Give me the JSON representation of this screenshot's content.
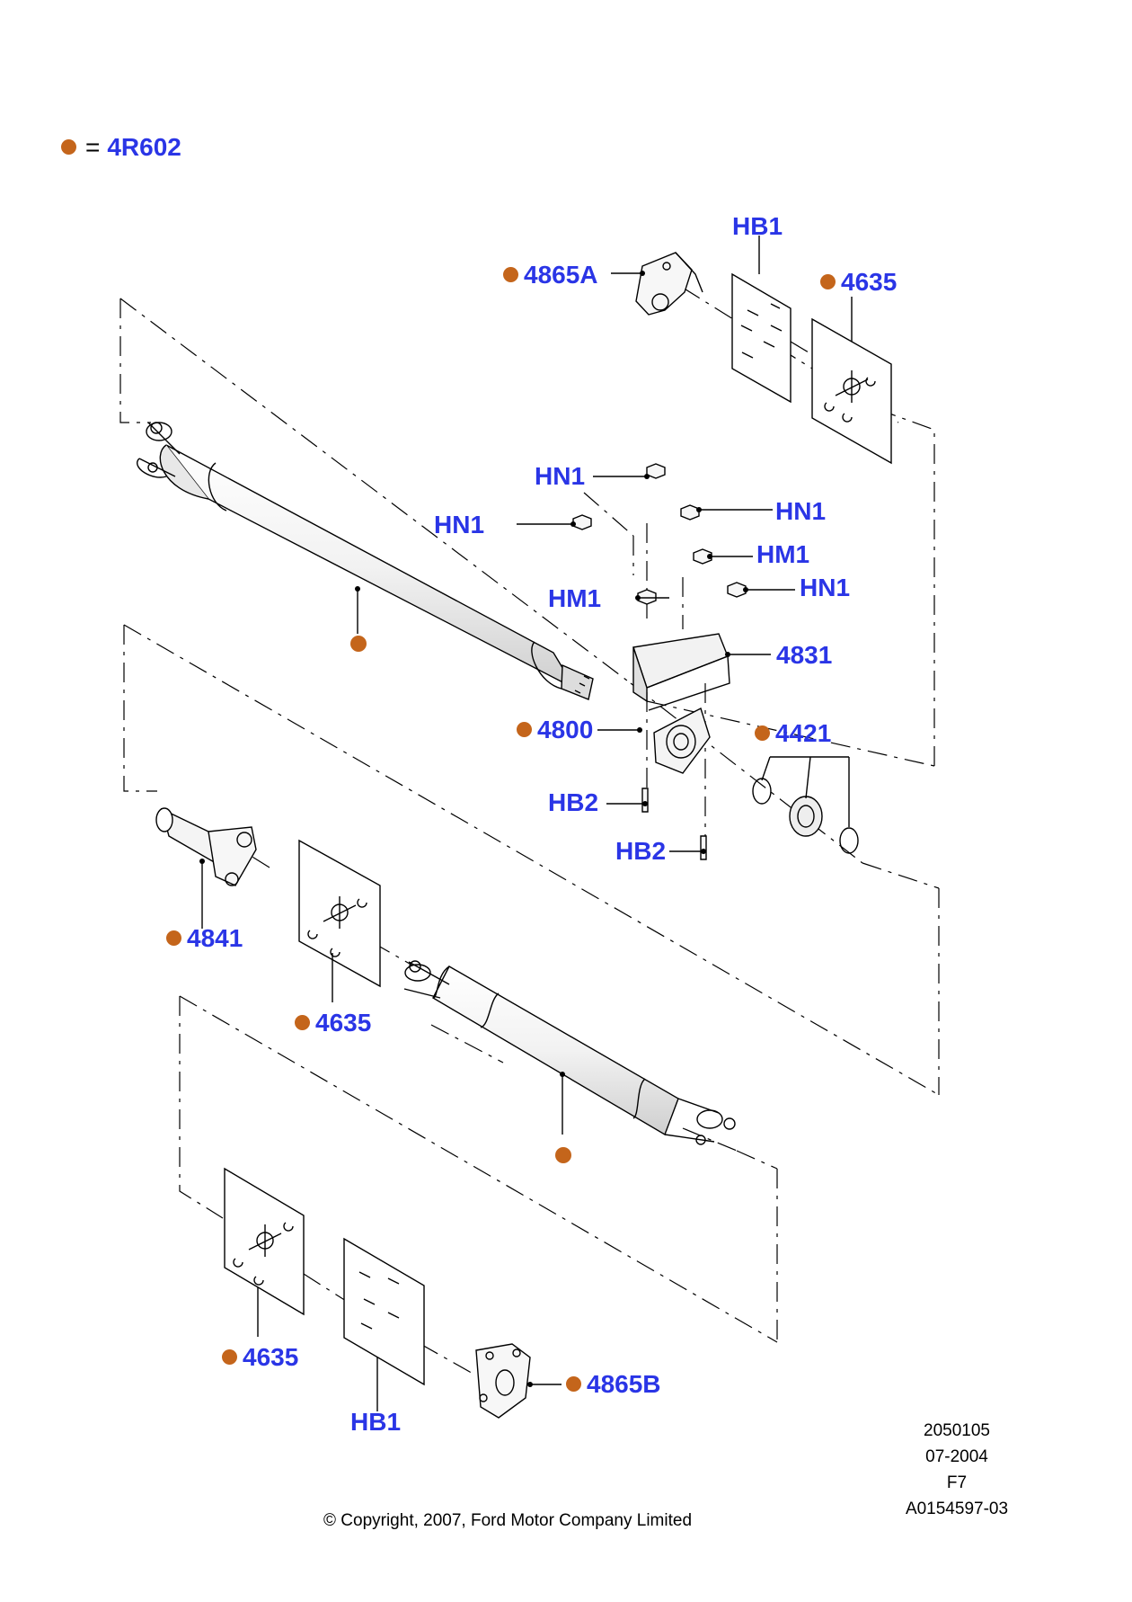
{
  "legend": {
    "symbol_color": "#c4651b",
    "equals": "=",
    "code": "4R602"
  },
  "labels": {
    "hb1_top": "HB1",
    "p4865a": "4865A",
    "p4635_top": "4635",
    "hn1_a": "HN1",
    "hn1_b": "HN1",
    "hn1_c": "HN1",
    "hn1_d": "HN1",
    "hm1_a": "HM1",
    "hm1_b": "HM1",
    "p4831": "4831",
    "p4800": "4800",
    "p4421": "4421",
    "hb2_a": "HB2",
    "hb2_b": "HB2",
    "p4841": "4841",
    "p4635_mid": "4635",
    "p4635_bot": "4635",
    "p4865b": "4865B",
    "hb1_bot": "HB1"
  },
  "info": {
    "line1": "2050105",
    "line2": "07-2004",
    "line3": "F7",
    "line4": "A0154597-03"
  },
  "copyright": "© Copyright, 2007, Ford Motor Company Limited",
  "colors": {
    "label_blue": "#2a35e6",
    "marker_orange": "#c4651b"
  }
}
